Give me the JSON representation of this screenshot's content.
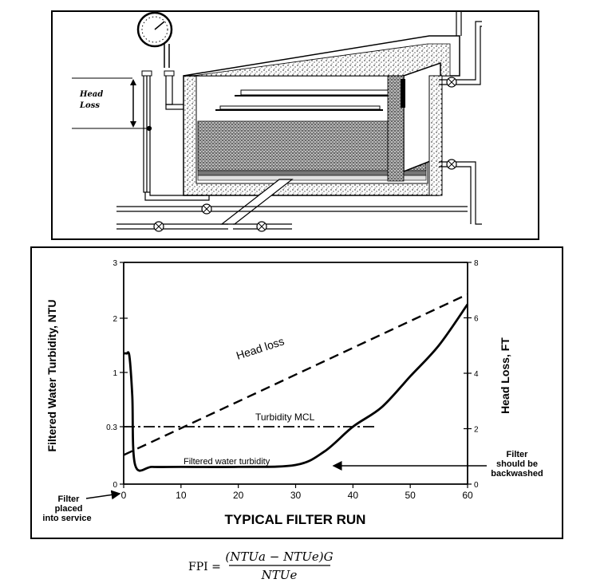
{
  "diagram": {
    "head_loss_label_line1": "Head",
    "head_loss_label_line2": "Loss"
  },
  "chart_data": {
    "type": "line",
    "xlabel": "TYPICAL FILTER RUN",
    "ylabel_left": "Filtered Water Turbidity, NTU",
    "ylabel_right": "Head Loss, FT",
    "x_ticks": [
      0,
      10,
      20,
      30,
      40,
      50,
      60
    ],
    "left_y_ticks": [
      "0",
      "0.3",
      "1",
      "2",
      "3"
    ],
    "right_y_ticks": [
      0,
      2,
      4,
      6,
      8
    ],
    "xlim": [
      0,
      60
    ],
    "right_ylim": [
      0,
      8
    ],
    "series": [
      {
        "name": "Head loss",
        "style": "dashed",
        "axis": "right",
        "x": [
          0,
          60
        ],
        "y": [
          1.05,
          6.85
        ]
      },
      {
        "name": "Turbidity MCL",
        "style": "dash-dot",
        "axis": "left",
        "x": [
          0,
          44
        ],
        "y": [
          0.3,
          0.3
        ]
      },
      {
        "name": "Filtered water turbidity",
        "style": "solid",
        "axis": "left",
        "x": [
          0,
          0.5,
          1,
          1.5,
          2,
          5,
          10,
          20,
          30,
          35,
          40,
          45,
          50,
          55,
          60
        ],
        "y": [
          1.35,
          1.35,
          1.3,
          0.7,
          0.1,
          0.09,
          0.09,
          0.09,
          0.1,
          0.17,
          0.3,
          0.55,
          0.95,
          1.5,
          2.25
        ]
      }
    ],
    "annotations": {
      "filter_placed": [
        "Filter",
        "placed",
        "into service"
      ],
      "filter_backwash": [
        "Filter",
        "should be",
        "backwashed"
      ]
    }
  },
  "formula": {
    "lhs": "FPI =",
    "numerator": "(NTUa − NTUe)G",
    "denominator": "NTUe"
  }
}
